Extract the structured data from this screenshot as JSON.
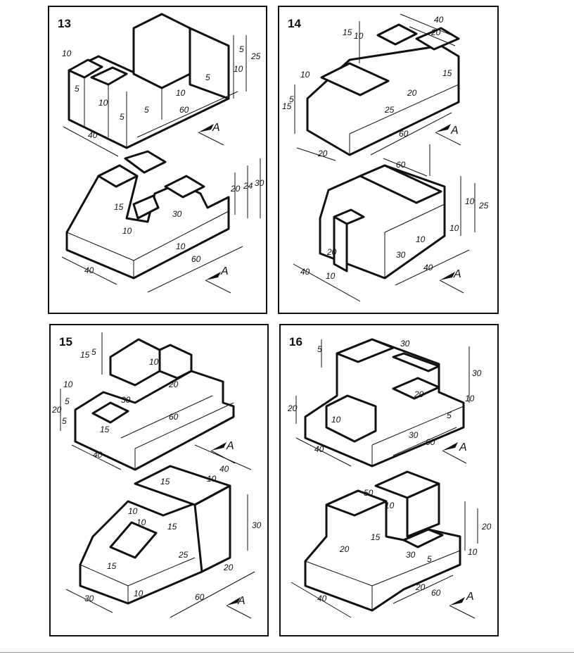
{
  "panels": [
    {
      "number": "13",
      "figures": [
        {
          "view_label": "A",
          "dims": [
            "10",
            "5",
            "10",
            "5",
            "5",
            "60",
            "10",
            "5",
            "5",
            "10",
            "25",
            "40"
          ]
        },
        {
          "view_label": "A",
          "dims": [
            "15",
            "10",
            "20",
            "24",
            "30",
            "30",
            "10",
            "40",
            "60"
          ]
        }
      ]
    },
    {
      "number": "14",
      "figures": [
        {
          "view_label": "A",
          "dims": [
            "40",
            "20",
            "15",
            "10",
            "10",
            "5",
            "15",
            "20",
            "25",
            "15",
            "60",
            "20"
          ]
        },
        {
          "view_label": "A",
          "dims": [
            "60",
            "10",
            "25",
            "10",
            "20",
            "10",
            "30",
            "40",
            "40",
            "10"
          ]
        }
      ]
    },
    {
      "number": "15",
      "figures": [
        {
          "view_label": "A",
          "dims": [
            "15",
            "5",
            "10",
            "20",
            "10",
            "30",
            "5",
            "20",
            "5",
            "15",
            "60",
            "40"
          ]
        },
        {
          "view_label": "A",
          "dims": [
            "40",
            "15",
            "10",
            "10",
            "10",
            "15",
            "25",
            "30",
            "15",
            "10",
            "20",
            "30",
            "60"
          ]
        }
      ]
    },
    {
      "number": "16",
      "figures": [
        {
          "view_label": "A",
          "dims": [
            "5",
            "30",
            "30",
            "20",
            "20",
            "10",
            "10",
            "5",
            "30",
            "60",
            "40"
          ]
        },
        {
          "view_label": "A",
          "dims": [
            "50",
            "10",
            "20",
            "15",
            "20",
            "30",
            "5",
            "10",
            "20",
            "60",
            "40"
          ]
        }
      ]
    }
  ]
}
